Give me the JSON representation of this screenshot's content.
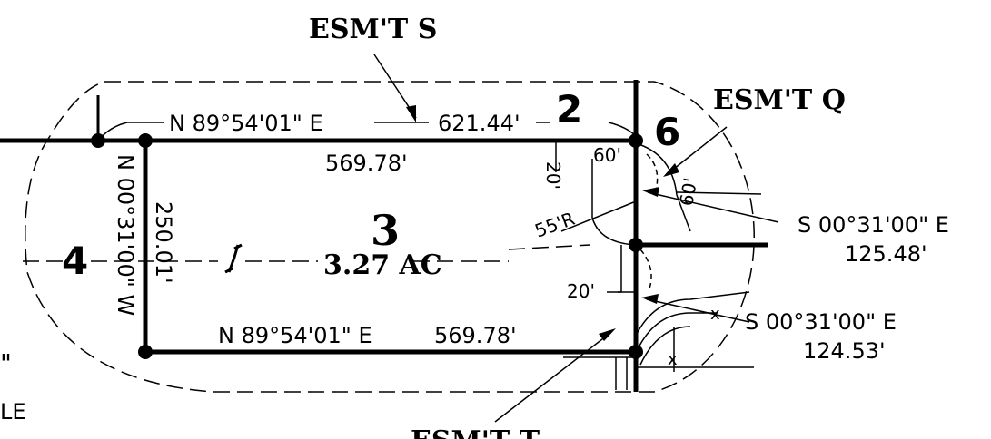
{
  "easements": {
    "s": "ESM'T S",
    "q": "ESM'T Q",
    "t": "ESM'T T"
  },
  "lots": {
    "two": "2",
    "three": "3",
    "four": "4",
    "six": "6",
    "area": "3.27 AC"
  },
  "bearings": {
    "north_line": "N 89°54'01\" E",
    "north_distance": "621.44'",
    "north_inner": "569.78'",
    "south_line": "N 89°54'01\" E",
    "south_distance": "569.78'",
    "west_bearing": "N 00°31'00\" W",
    "west_distance": "250.01'",
    "east_upper_bearing": "S 00°31'00\" E",
    "east_upper_distance": "125.48'",
    "east_lower_bearing": "S 00°31'00\" E",
    "east_lower_distance": "124.53'"
  },
  "dimensions": {
    "width_20_top": "20'",
    "corner_60": "60'",
    "side_60": "60'",
    "radius": "55'R",
    "width_20_bottom": "20'"
  },
  "fence_marks": {
    "x1": "x",
    "x2": "x"
  },
  "clipped_edge": {
    "quote": "\"",
    "le": "LE"
  }
}
